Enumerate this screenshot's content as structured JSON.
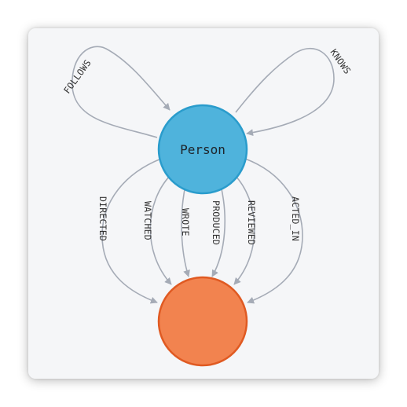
{
  "colors": {
    "person_fill": "#4fb3dc",
    "person_stroke": "#2a9ccc",
    "target_fill": "#f2834f",
    "target_stroke": "#e05a22",
    "edge": "#a5abb6",
    "canvas": "#f5f6f8"
  },
  "nodes": {
    "person": {
      "label": "Person"
    },
    "target": {
      "label": ""
    }
  },
  "edges": {
    "follows": "FOLLOWS",
    "knows": "KNOWS",
    "directed": "DIRECTED",
    "watched": "WATCHED",
    "wrote": "WROTE",
    "produced": "PRODUCED",
    "reviewed": "REVIEWED",
    "acted_in": "ACTED_IN"
  }
}
